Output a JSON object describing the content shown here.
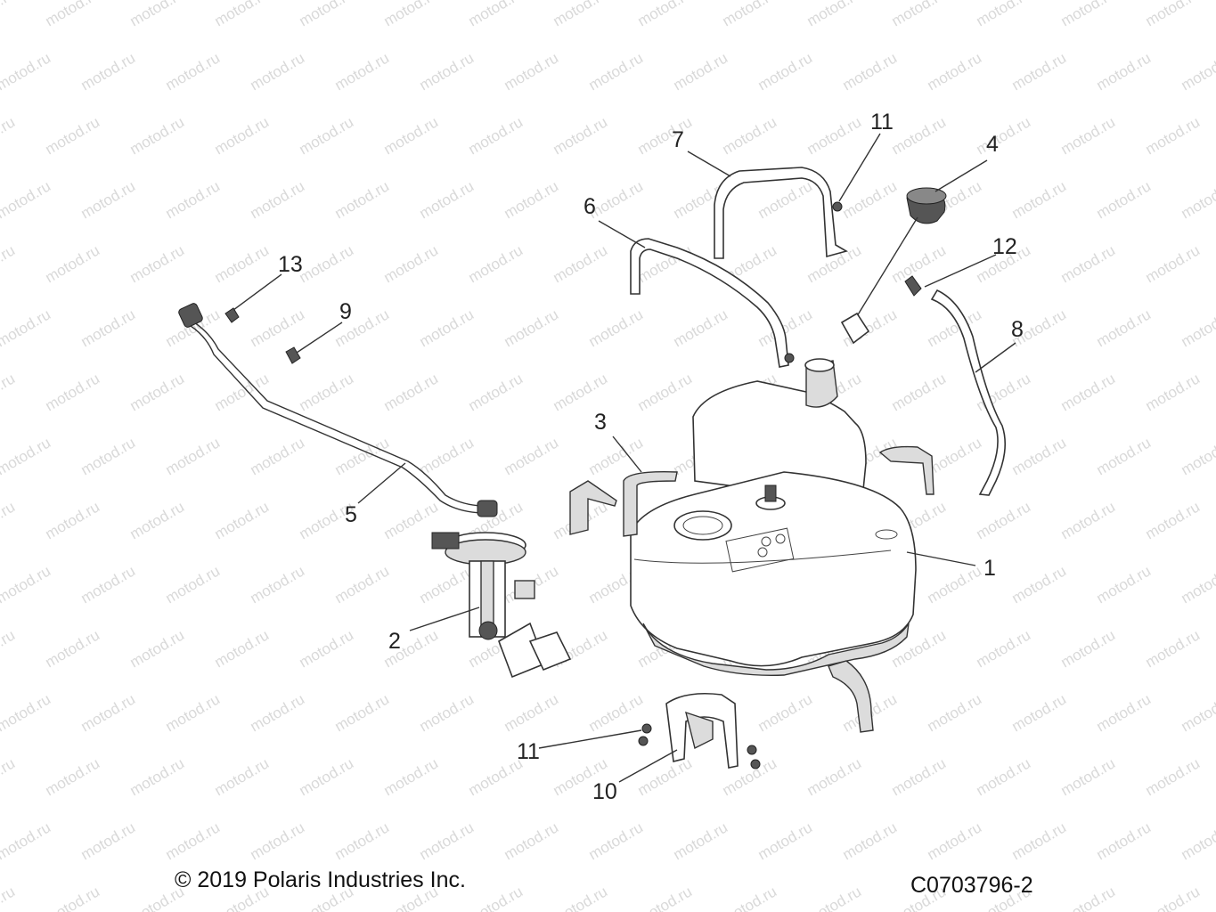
{
  "watermark_text": "motod.ru",
  "callouts": {
    "c1": "1",
    "c2": "2",
    "c3": "3",
    "c4": "4",
    "c5": "5",
    "c6": "6",
    "c7": "7",
    "c8": "8",
    "c9": "9",
    "c10": "10",
    "c11a": "11",
    "c11b": "11",
    "c12": "12",
    "c13": "13"
  },
  "footer": {
    "copyright": "© 2019 Polaris Industries Inc.",
    "drawing_number": "C0703796-2"
  }
}
